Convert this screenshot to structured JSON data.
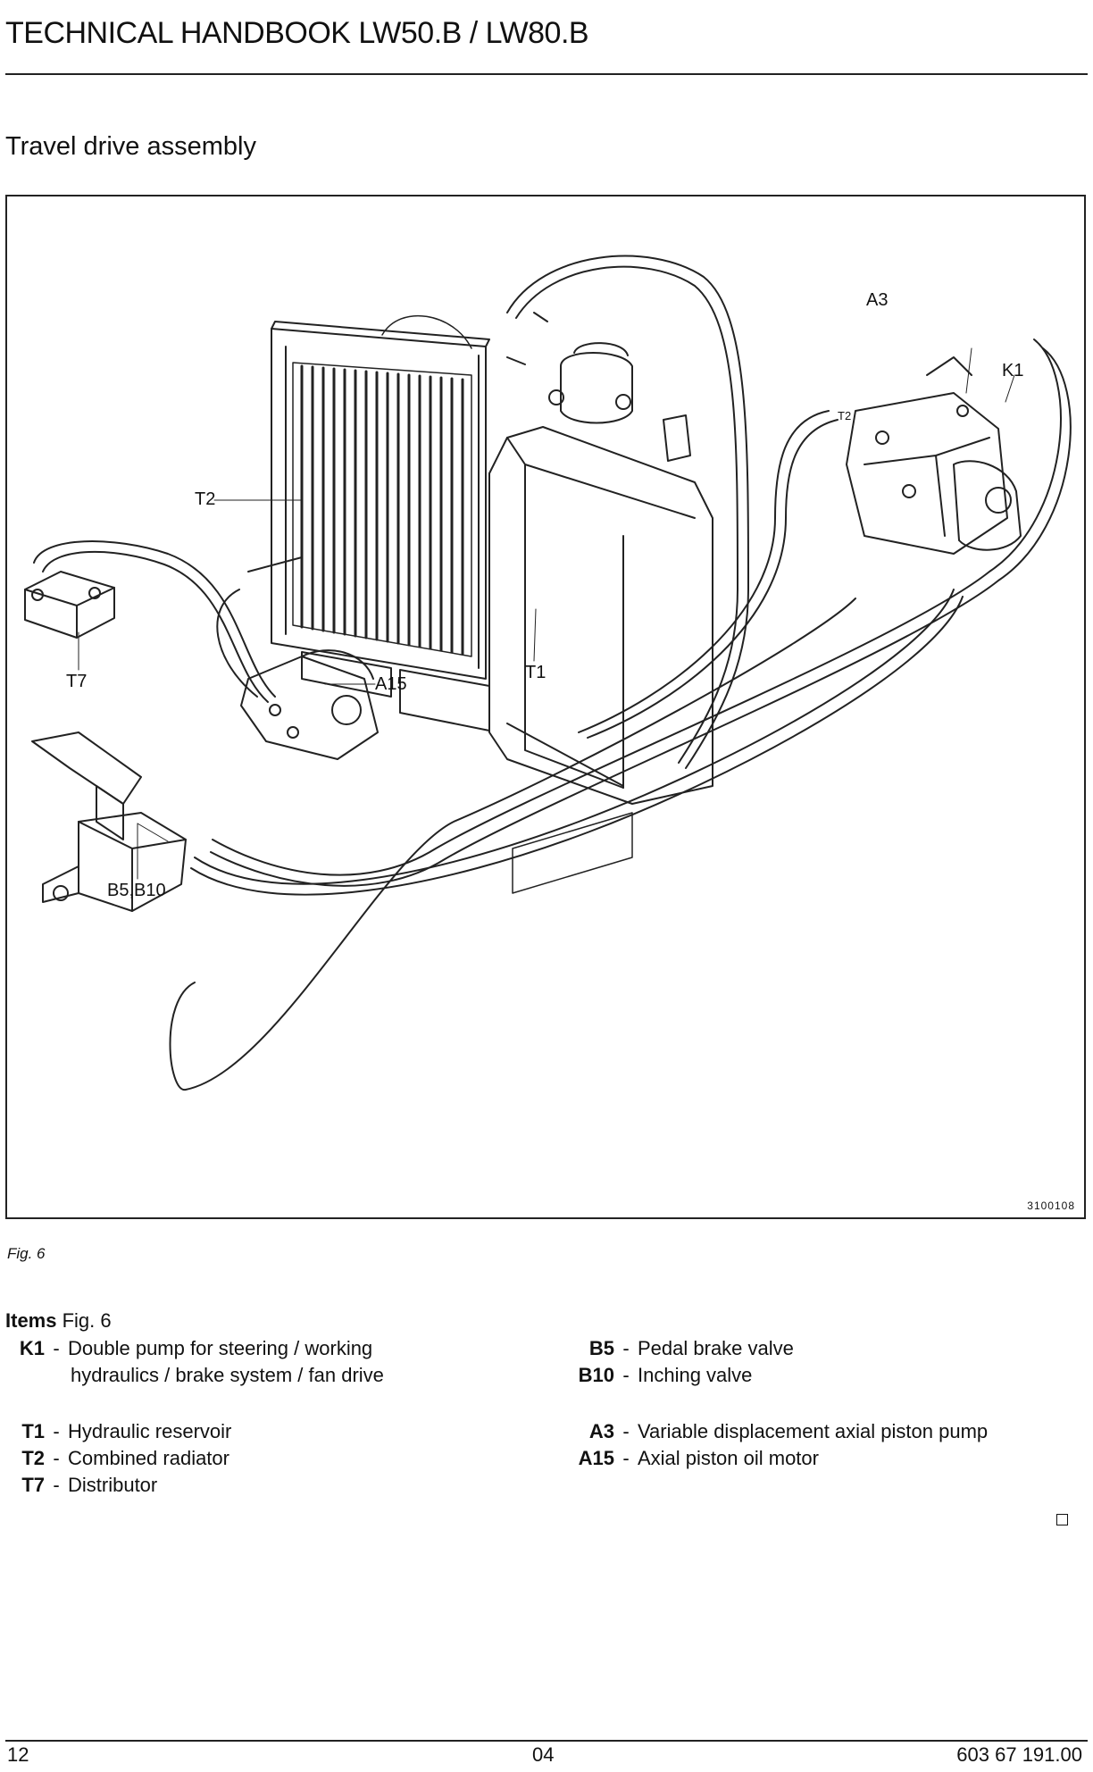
{
  "header": {
    "title": "TECHNICAL HANDBOOK LW50.B / LW80.B"
  },
  "section": {
    "title": "Travel drive assembly"
  },
  "figure": {
    "callouts": {
      "a3": "A3",
      "k1": "K1",
      "t2": "T2",
      "t1": "T1",
      "t7": "T7",
      "a15": "A15",
      "b5b10": "B5,B10",
      "t2_small": "T2"
    },
    "code": "3100108",
    "caption": "Fig. 6"
  },
  "items": {
    "heading_bold": "Items",
    "heading_rest": " Fig. 6",
    "left": [
      {
        "code": "K1",
        "text": "Double pump for steering / working",
        "text2": "hydraulics / brake system / fan drive"
      },
      {
        "code": "T1",
        "text": "Hydraulic reservoir"
      },
      {
        "code": "T2",
        "text": "Combined radiator"
      },
      {
        "code": "T7",
        "text": "Distributor"
      }
    ],
    "right": [
      {
        "code": "B5",
        "text": "Pedal brake valve"
      },
      {
        "code": "B10",
        "text": "Inching valve"
      },
      {
        "code": "A3",
        "text": "Variable displacement axial piston pump"
      },
      {
        "code": "A15",
        "text": "Axial piston oil motor"
      }
    ],
    "dash": "-"
  },
  "footer": {
    "page": "12",
    "section": "04",
    "doc_number": "603 67 191.00"
  }
}
